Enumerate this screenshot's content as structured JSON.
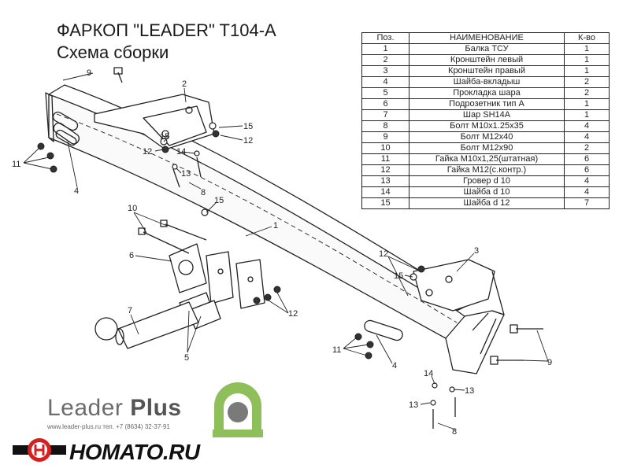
{
  "header": {
    "title": "ФАРКОП \"LEADER\" T104-A",
    "subtitle": "Схема сборки"
  },
  "parts_table": {
    "columns": [
      "Поз.",
      "НАИМЕНОВАНИЕ",
      "К-во"
    ],
    "rows": [
      {
        "pos": "1",
        "name": "Балка ТСУ",
        "qty": "1"
      },
      {
        "pos": "2",
        "name": "Кронштейн левый",
        "qty": "1"
      },
      {
        "pos": "3",
        "name": "Кронштейн правый",
        "qty": "1"
      },
      {
        "pos": "4",
        "name": "Шайба-вкладыш",
        "qty": "2"
      },
      {
        "pos": "5",
        "name": "Прокладка шара",
        "qty": "2"
      },
      {
        "pos": "6",
        "name": "Подрозетник тип А",
        "qty": "1"
      },
      {
        "pos": "7",
        "name": "Шар SH14A",
        "qty": "1"
      },
      {
        "pos": "8",
        "name": "Болт М10х1.25х35",
        "qty": "4"
      },
      {
        "pos": "9",
        "name": "Болт М12х40",
        "qty": "4"
      },
      {
        "pos": "10",
        "name": "Болт М12х90",
        "qty": "2"
      },
      {
        "pos": "11",
        "name": "Гайка М10х1,25(штатная)",
        "qty": "6"
      },
      {
        "pos": "12",
        "name": "Гайка М12(с.контр.)",
        "qty": "6"
      },
      {
        "pos": "13",
        "name": "Гровер d 10",
        "qty": "4"
      },
      {
        "pos": "14",
        "name": "Шайба d 10",
        "qty": "4"
      },
      {
        "pos": "15",
        "name": "Шайба d 12",
        "qty": "7"
      }
    ]
  },
  "callouts": [
    {
      "id": "c9a",
      "text": "9"
    },
    {
      "id": "c2",
      "text": "2"
    },
    {
      "id": "c15a",
      "text": "15"
    },
    {
      "id": "c12a",
      "text": "12"
    },
    {
      "id": "c15b",
      "text": "15"
    },
    {
      "id": "c12b",
      "text": "12"
    },
    {
      "id": "c14a",
      "text": "14"
    },
    {
      "id": "c13a",
      "text": "13"
    },
    {
      "id": "c8a",
      "text": "8"
    },
    {
      "id": "c11a",
      "text": "11"
    },
    {
      "id": "c4a",
      "text": "4"
    },
    {
      "id": "c10",
      "text": "10"
    },
    {
      "id": "c15c",
      "text": "15"
    },
    {
      "id": "c1",
      "text": "1"
    },
    {
      "id": "c6",
      "text": "6"
    },
    {
      "id": "c7",
      "text": "7"
    },
    {
      "id": "c5",
      "text": "5"
    },
    {
      "id": "c12c",
      "text": "12"
    },
    {
      "id": "c12d",
      "text": "12"
    },
    {
      "id": "c15d",
      "text": "15"
    },
    {
      "id": "c3",
      "text": "3"
    },
    {
      "id": "c11b",
      "text": "11"
    },
    {
      "id": "c4b",
      "text": "4"
    },
    {
      "id": "c9b",
      "text": "9"
    },
    {
      "id": "c14b",
      "text": "14"
    },
    {
      "id": "c13b",
      "text": "13"
    },
    {
      "id": "c13c",
      "text": "13"
    },
    {
      "id": "c8b",
      "text": "8"
    }
  ],
  "branding": {
    "brand_name": "Leader",
    "brand_plus": "Plus",
    "contacts": "www.leader-plus.ru    тел. +7 (8634) 32-37-91",
    "homato": "HOMATO.RU",
    "accent_green": "#8fbf5a",
    "homato_red": "#d42020"
  }
}
